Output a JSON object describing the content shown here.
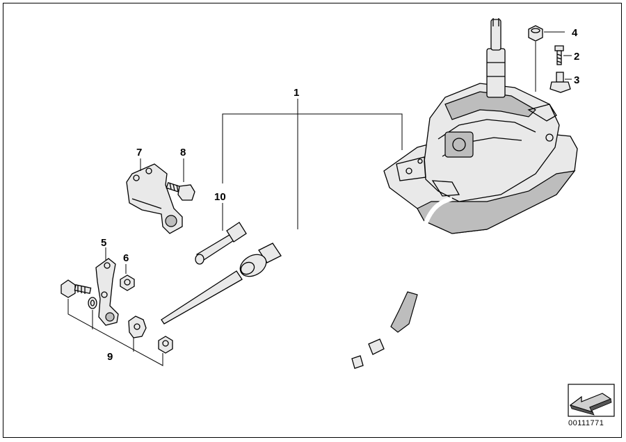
{
  "diagram": {
    "callouts": [
      {
        "id": "callout-1",
        "label": "1"
      },
      {
        "id": "callout-2",
        "label": "2"
      },
      {
        "id": "callout-3",
        "label": "3"
      },
      {
        "id": "callout-4",
        "label": "4"
      },
      {
        "id": "callout-5",
        "label": "5"
      },
      {
        "id": "callout-6",
        "label": "6"
      },
      {
        "id": "callout-7",
        "label": "7"
      },
      {
        "id": "callout-8",
        "label": "8"
      },
      {
        "id": "callout-9",
        "label": "9"
      },
      {
        "id": "callout-10",
        "label": "10"
      }
    ],
    "catalog_number": "00111771"
  }
}
